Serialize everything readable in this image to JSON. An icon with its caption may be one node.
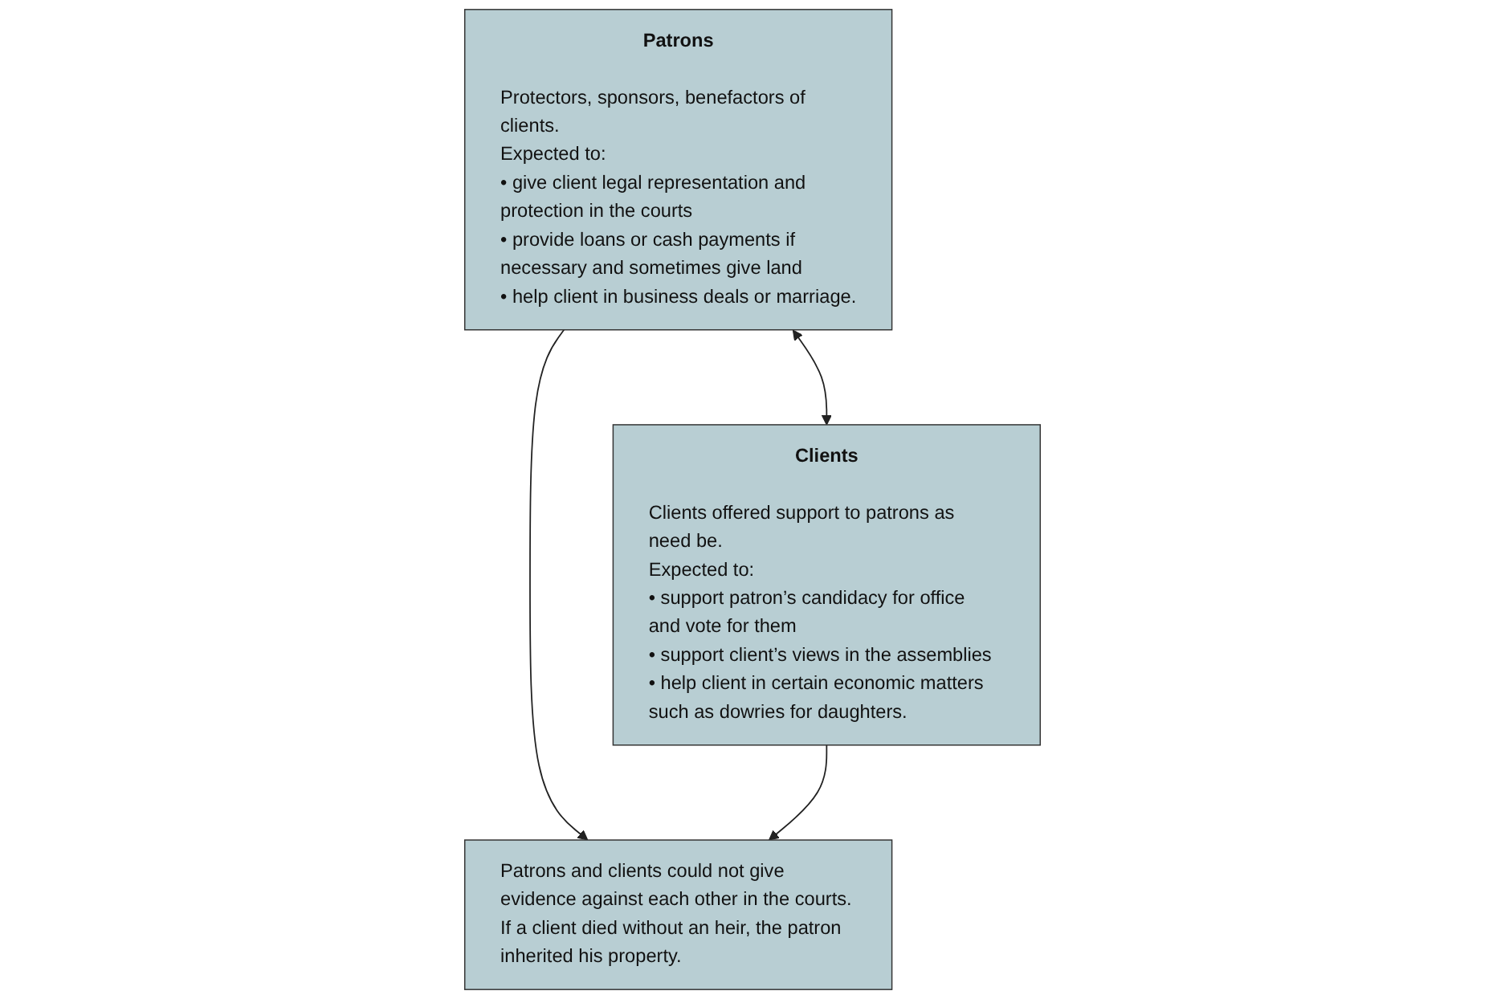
{
  "diagram": {
    "nodes": [
      {
        "text": [
          "Patrons",
          "Protectors, sponsors, benefactors of clients.",
          "Expected to:",
          "• give client legal representation and protection in the courts",
          "• provide loans or cash payments if necessary and sometimes give land",
          "• help client in business deals or marriage."
        ]
      },
      {
        "text": [
          "Clients",
          "Clients offered support to patrons as need be.",
          "Expected to:",
          "• support patron’s candidacy for office and vote for them",
          "• support client’s views in the assemblies",
          "• help client in certain economic matters such as dowries for daughters."
        ]
      },
      {
        "text": [
          "Patrons and clients could not give evidence against each other in the courts.",
          "If a client died without an heir, the patron inherited his property."
        ]
      }
    ],
    "edges": [
      {
        "from": 0,
        "to": 1,
        "arrow": "both"
      },
      {
        "from": 0,
        "to": 2,
        "arrow": "to"
      },
      {
        "from": 1,
        "to": 2,
        "arrow": "to"
      }
    ]
  }
}
